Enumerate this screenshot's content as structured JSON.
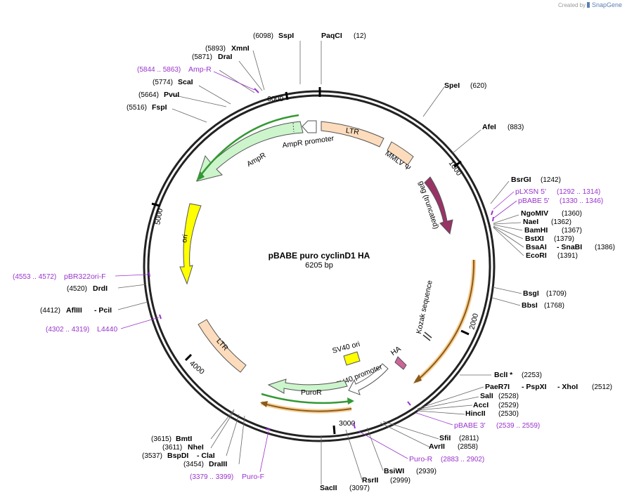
{
  "brand": {
    "created_by": "Created by",
    "logo_text": "SnapGene"
  },
  "plasmid": {
    "name": "pBABE puro cyclinD1 HA",
    "size": "6205 bp"
  },
  "ticks": {
    "t1000": "1000",
    "t2000": "2000",
    "t3000": "3000",
    "t4000": "4000",
    "t5000": "5000",
    "t6000": "6000"
  },
  "features": {
    "ltr_top": "LTR",
    "ampr_promoter": "AmpR promoter",
    "mmlv_psi": "MMLV Ψ",
    "ampr": "AmpR",
    "gag": "gag (truncated)",
    "ori": "ori",
    "kozak": "Kozak sequence",
    "ltr_bottom": "LTR",
    "sv40_ori": "SV40 ori",
    "ha": "HA",
    "sv40_promoter": "SV40 promoter",
    "puror": "PuroR"
  },
  "enzymes": {
    "sspi": {
      "name": "SspI",
      "pos": "(6098)"
    },
    "paqci": {
      "name": "PaqCI",
      "pos": "(12)"
    },
    "xmni": {
      "name": "XmnI",
      "pos": "(5893)"
    },
    "drai": {
      "name": "DraI",
      "pos": "(5871)"
    },
    "scai": {
      "name": "ScaI",
      "pos": "(5774)"
    },
    "pvui": {
      "name": "PvuI",
      "pos": "(5664)"
    },
    "fspi": {
      "name": "FspI",
      "pos": "(5516)"
    },
    "spei": {
      "name": "SpeI",
      "pos": "(620)"
    },
    "afei": {
      "name": "AfeI",
      "pos": "(883)"
    },
    "bsrgi": {
      "name": "BsrGI",
      "pos": "(1242)"
    },
    "ngomiv": {
      "name": "NgoMIV",
      "pos": "(1360)"
    },
    "naei": {
      "name": "NaeI",
      "pos": "(1362)"
    },
    "bamhi": {
      "name": "BamHI",
      "pos": "(1367)"
    },
    "bstxi": {
      "name": "BstXI",
      "pos": "(1379)"
    },
    "bsaai": {
      "name": "BsaAI",
      "name2": "- SnaBI",
      "pos": "(1386)"
    },
    "ecori": {
      "name": "EcoRI",
      "pos": "(1391)"
    },
    "bsgi": {
      "name": "BsgI",
      "pos": "(1709)"
    },
    "bbsi": {
      "name": "BbsI",
      "pos": "(1768)"
    },
    "bcli": {
      "name": "BclI *",
      "pos": "(2253)"
    },
    "paer7i": {
      "name": "PaeR7I",
      "name2": "- PspXI",
      "name3": "- XhoI",
      "pos": "(2512)"
    },
    "sali": {
      "name": "SalI",
      "pos": "(2528)"
    },
    "acci": {
      "name": "AccI",
      "pos": "(2529)"
    },
    "hincii": {
      "name": "HincII",
      "pos": "(2530)"
    },
    "sfii": {
      "name": "SfiI",
      "pos": "(2811)"
    },
    "avrii": {
      "name": "AvrII",
      "pos": "(2858)"
    },
    "bsiwi": {
      "name": "BsiWI",
      "pos": "(2939)"
    },
    "rsrii": {
      "name": "RsrII",
      "pos": "(2999)"
    },
    "sacii": {
      "name": "SacII",
      "pos": "(3097)"
    },
    "drdi": {
      "name": "DrdI",
      "pos": "(4520)"
    },
    "afliii": {
      "name": "AflIII",
      "name2": "- PciI",
      "pos": "(4412)"
    },
    "bmti": {
      "name": "BmtI",
      "pos": "(3615)"
    },
    "nhei": {
      "name": "NheI",
      "pos": "(3611)"
    },
    "bspdi": {
      "name": "BspDI",
      "name2": "- ClaI",
      "pos": "(3537)"
    },
    "draiii": {
      "name": "DraIII",
      "pos": "(3454)"
    }
  },
  "primers": {
    "ampr_primer": {
      "name": "Amp-R",
      "range": "(5844 .. 5863)"
    },
    "plxsn5": {
      "name": "pLXSN 5'",
      "range": "(1292 .. 1314)"
    },
    "pbabe5": {
      "name": "pBABE 5'",
      "range": "(1330 .. 1346)"
    },
    "pbr322ori": {
      "name": "pBR322ori-F",
      "range": "(4553 .. 4572)"
    },
    "l4440": {
      "name": "L4440",
      "range": "(4302 .. 4319)"
    },
    "pbabe3": {
      "name": "pBABE 3'",
      "range": "(2539 .. 2559)"
    },
    "puro_r": {
      "name": "Puro-R",
      "range": "(2883 .. 2902)"
    },
    "puro_f": {
      "name": "Puro-F",
      "range": "(3379 .. 3399)"
    }
  },
  "colors": {
    "ltr": "#fcdcbc",
    "ampr": "#ccf5cc",
    "gag": "#993366",
    "ori": "#ffff00",
    "kozak_line": "#333333",
    "sv40ori": "#ffff00",
    "ha": "#cc6699",
    "promoter": "#ffffff",
    "orf_green": "#339933",
    "orf_orange": "#cc8033",
    "primer": "#9933cc"
  }
}
